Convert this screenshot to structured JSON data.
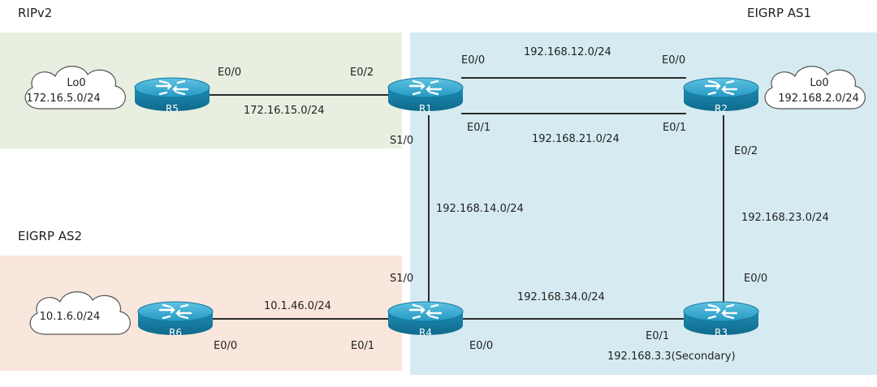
{
  "zones": {
    "rip": {
      "title": "RIPv2",
      "color": "#e9efe0"
    },
    "eigrp1": {
      "title": "EIGRP AS1",
      "color": "#d6ebf1"
    },
    "eigrp2": {
      "title": "EIGRP AS2",
      "color": "#f9e6dc"
    }
  },
  "router_color": "#1a8fb5",
  "routers": {
    "r1": "R1",
    "r2": "R2",
    "r3": "R3",
    "r4": "R4",
    "r5": "R5",
    "r6": "R6"
  },
  "clouds": {
    "r5_lo": {
      "line1": "Lo0",
      "line2": "172.16.5.0/24"
    },
    "r2_lo": {
      "line1": "Lo0",
      "line2": "192.168.2.0/24"
    },
    "r6_net": {
      "line1": "10.1.6.0/24"
    }
  },
  "interfaces": {
    "r5_e00": "E0/0",
    "r1_e02": "E0/2",
    "r1_e00": "E0/0",
    "r2_e00": "E0/0",
    "r1_e01": "E0/1",
    "r2_e01": "E0/1",
    "r1_s10": "S1/0",
    "r2_e02": "E0/2",
    "r4_s10": "S1/0",
    "r3_e00": "E0/0",
    "r6_e00": "E0/0",
    "r4_e01": "E0/1",
    "r4_e00": "E0/0",
    "r3_e01": "E0/1"
  },
  "networks": {
    "r5_r1": "172.16.15.0/24",
    "r1_r2_a": "192.168.12.0/24",
    "r1_r2_b": "192.168.21.0/24",
    "r1_r4": "192.168.14.0/24",
    "r2_r3": "192.168.23.0/24",
    "r4_r3": "192.168.34.0/24",
    "r6_r4": "10.1.46.0/24"
  },
  "secondary": "192.168.3.3(Secondary)"
}
